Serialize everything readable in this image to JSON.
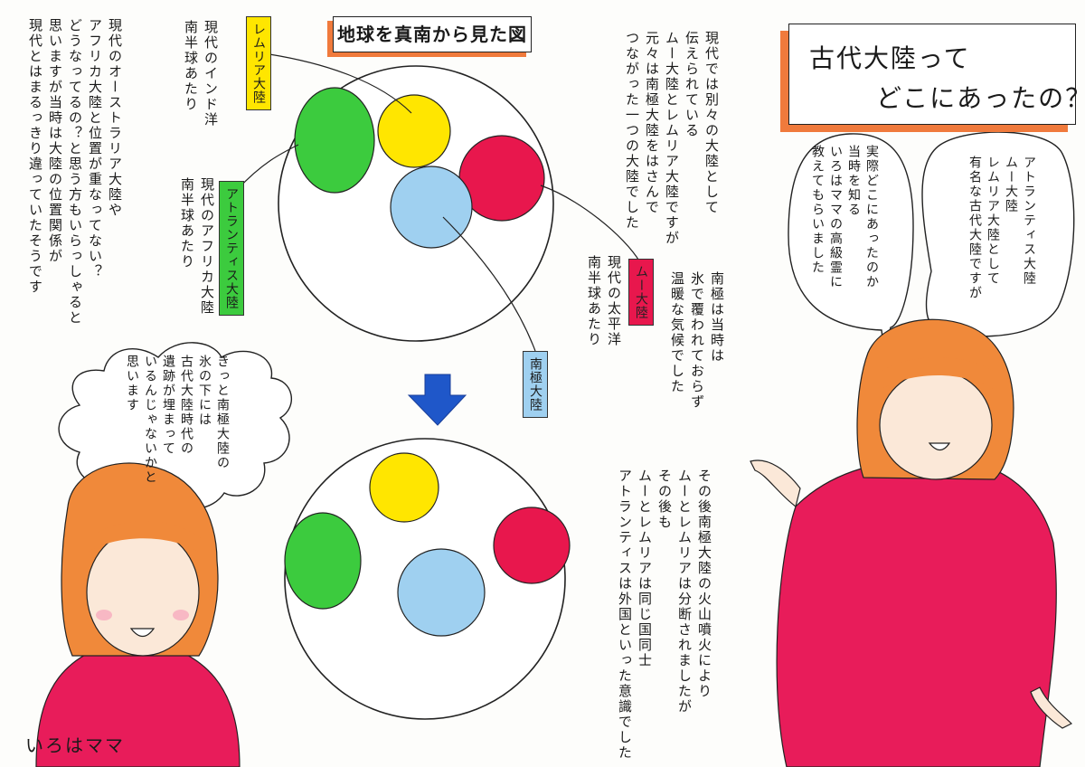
{
  "colors": {
    "accent_orange": "#f07a3c",
    "lemuria_yellow": "#ffe600",
    "atlantis_green": "#3ccb3e",
    "mu_red": "#e8174d",
    "antarctica_blue": "#9fd0f0",
    "shirt_red": "#e81c5a",
    "hair_orange": "#f0893a"
  },
  "title": {
    "line1": "古代大陸って",
    "line2": "どこにあったの？"
  },
  "map_title": "地球を真南から見た図",
  "intro_text": [
    "現代では別々の大陸として",
    "伝えられている",
    "ムー大陸とレムリア大陸ですが",
    "元々は南極大陸をはさんで",
    "つながった一つの大陸でした"
  ],
  "left_text": [
    "現代のオーストラリア大陸や",
    "アフリカ大陸と位置が重なってない？",
    "どうなってるの？と思う方もいらっしゃると",
    "思いますが当時は大陸の位置関係が",
    "現代とはまるっきり違っていたそうです"
  ],
  "labels": {
    "lemuria": "レムリア大陸",
    "atlantis": "アトランティス大陸",
    "mu": "ムー大陸",
    "antarctica": "南極大陸"
  },
  "notes": {
    "lemuria": [
      "現代のインド洋",
      "南半球あたり"
    ],
    "atlantis": [
      "現代のアフリカ大陸",
      "南半球あたり"
    ],
    "mu": [
      "現代の太平洋",
      "南半球あたり"
    ]
  },
  "antarctic_note": [
    "南極は当時は",
    "氷で覆われておらず",
    "温暖な気候でした"
  ],
  "later_text": [
    "その後南極大陸の火山噴火により",
    "ムーとレムリアは分断されましたが",
    "その後も",
    "ムーとレムリアは同じ国同士",
    "アトランティスは外国といった意識でした"
  ],
  "bubble_right_1": [
    "アトランティス大陸",
    "ムー大陸",
    "レムリア大陸として",
    "有名な古代大陸ですが"
  ],
  "bubble_right_2": [
    "実際どこにあったのか",
    "当時を知る",
    "いろはママの高級霊に",
    "教えてもらいました"
  ],
  "bubble_left": [
    "きっと南極大陸の",
    "氷の下には",
    "古代大陸時代の",
    "遺跡が埋まって",
    "いるんじゃないかと",
    "思います"
  ],
  "signature": "いろはママ"
}
